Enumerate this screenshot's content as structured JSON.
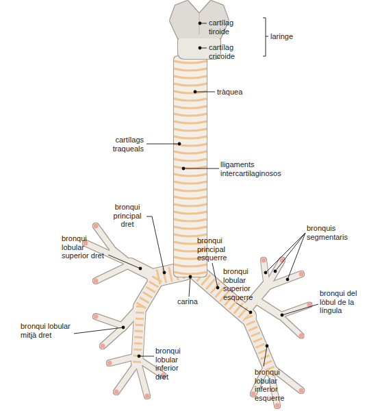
{
  "diagram": {
    "labels": [
      "cartílag tiroide",
      "laringe",
      "cartílag cricoide",
      "tràquea",
      "cartílags traqueals",
      "lligaments intercartilaginosos",
      "bronqui principal dret",
      "bronquis segmentaris",
      "bronqui principal esquerre",
      "bronqui lobular superior dret",
      "bronqui lobular superior esquerre",
      "bronqui del lòbul de la língula",
      "carina",
      "bronqui lobular mitjà dret",
      "bronqui lobular inferior dret",
      "bronqui lobular inferior esquerre"
    ]
  }
}
